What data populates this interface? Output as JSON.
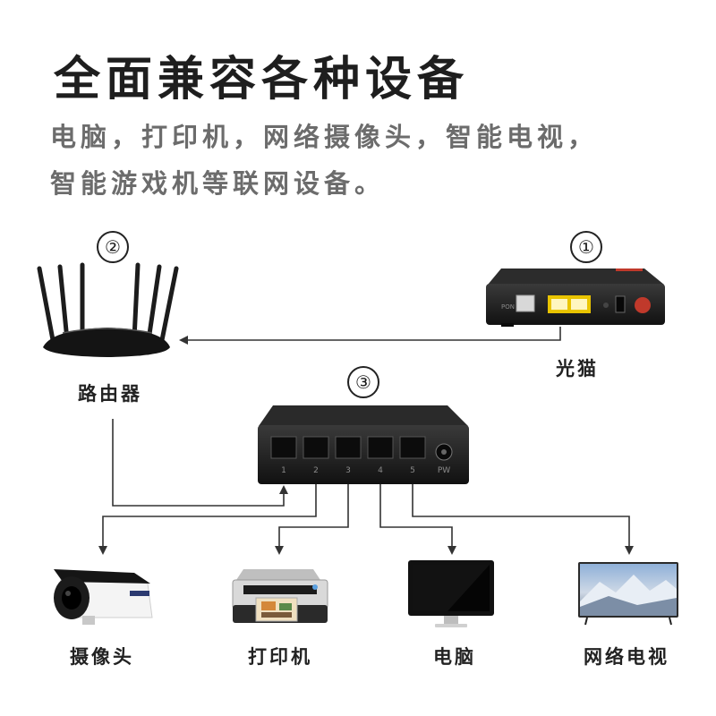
{
  "headline": "全面兼容各种设备",
  "subtitle_lines": [
    "电脑，打印机，网络摄像头，智能电视，",
    "智能游戏机等联网设备。"
  ],
  "markers": {
    "modem": "①",
    "router": "②",
    "switch": "③"
  },
  "labels": {
    "modem": "光猫",
    "router": "路由器",
    "camera": "摄像头",
    "printer": "打印机",
    "computer": "电脑",
    "tv": "网络电视"
  },
  "switch_ports": [
    "1",
    "2",
    "3",
    "4",
    "5",
    "PW"
  ],
  "colors": {
    "line": "#333333",
    "device": "#1c1c1c",
    "lan_port": "#e9c400",
    "power_button": "#c0392b",
    "subtitle": "#6c6c6c"
  }
}
